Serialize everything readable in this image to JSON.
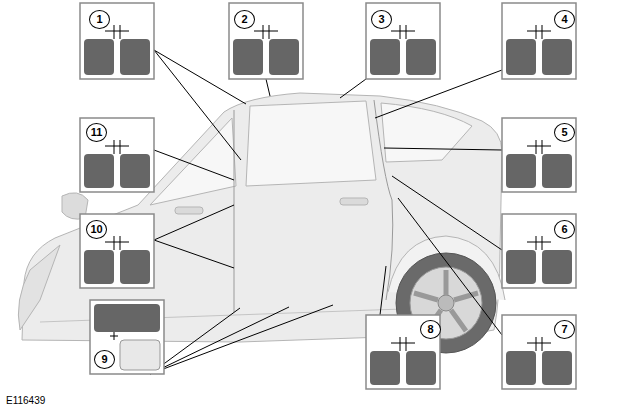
{
  "diagram": {
    "labels": [
      "1",
      "2",
      "3",
      "4",
      "5",
      "6",
      "7",
      "8",
      "9",
      "10",
      "11",
      "E116439"
    ]
  }
}
